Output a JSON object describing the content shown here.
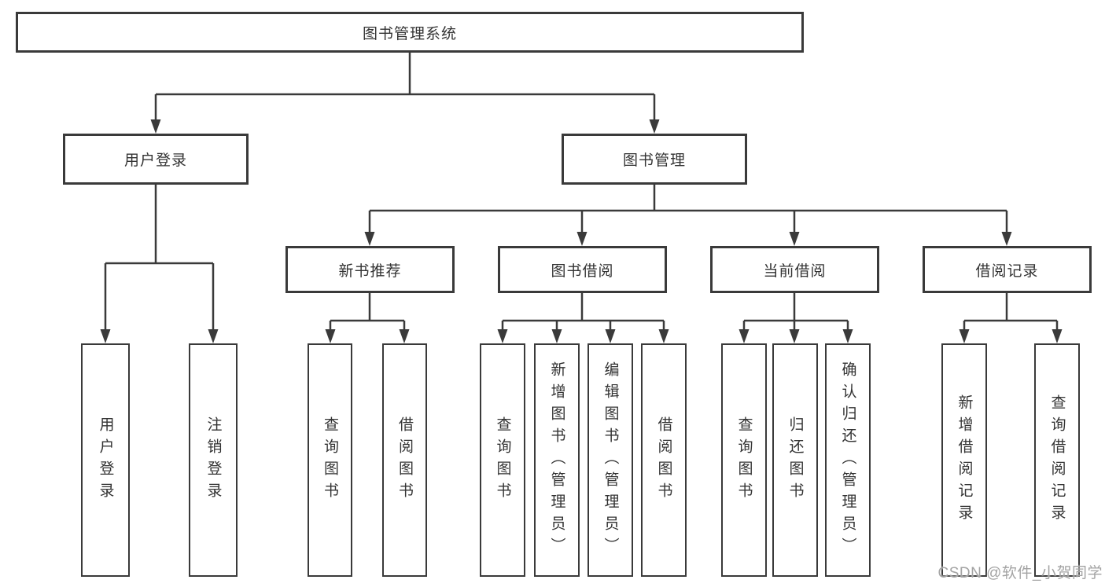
{
  "diagram": {
    "root": {
      "label": "图书管理系统"
    },
    "user_login": {
      "label": "用户登录",
      "leaves": [
        "用户登录",
        "注销登录"
      ]
    },
    "book_management": {
      "label": "图书管理",
      "groups": [
        {
          "label": "新书推荐",
          "leaves": [
            "查询图书",
            "借阅图书"
          ]
        },
        {
          "label": "图书借阅",
          "leaves": [
            "查询图书",
            "新增图书（管理员）",
            "编辑图书（管理员）",
            "借阅图书"
          ]
        },
        {
          "label": "当前借阅",
          "leaves": [
            "查询图书",
            "归还图书",
            "确认归还（管理员）"
          ]
        },
        {
          "label": "借阅记录",
          "leaves": [
            "新增借阅记录",
            "查询借阅记录"
          ]
        }
      ]
    }
  },
  "watermark": "CSDN @软件_小贺同学",
  "colors": {
    "line": "#3a3a3a",
    "text": "#333333",
    "watermark": "#a3a3a3",
    "background": "#ffffff"
  }
}
